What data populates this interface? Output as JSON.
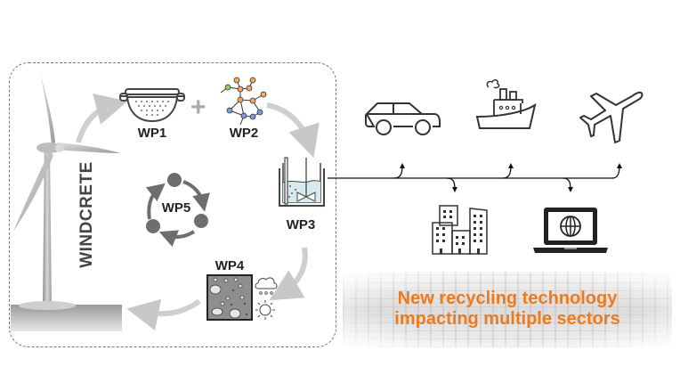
{
  "diagram": {
    "project_name": "WINDCRETE",
    "work_packages": [
      {
        "id": "wp1",
        "label": "WP1",
        "icon": "colander-icon"
      },
      {
        "id": "wp2",
        "label": "WP2",
        "icon": "molecule-network-icon"
      },
      {
        "id": "wp3",
        "label": "WP3",
        "icon": "reactor-tank-icon"
      },
      {
        "id": "wp4",
        "label": "WP4",
        "icon": "concrete-weathering-icon"
      },
      {
        "id": "wp5",
        "label": "WP5",
        "icon": "cycle-icon"
      }
    ],
    "plus_sign": "+",
    "sectors": [
      {
        "name": "automotive",
        "icon": "car-icon"
      },
      {
        "name": "shipping",
        "icon": "ship-icon"
      },
      {
        "name": "aviation",
        "icon": "airplane-icon"
      },
      {
        "name": "construction",
        "icon": "buildings-icon"
      },
      {
        "name": "electronics",
        "icon": "laptop-globe-icon"
      }
    ],
    "banner": {
      "line1": "New recycling technology",
      "line2": "impacting multiple sectors"
    },
    "colors": {
      "accent_orange": "#f07a1a",
      "wp2_orange_node": "#f4a462",
      "wp2_blue_node": "#7b9ae0",
      "wp2_green_node": "#8fcc6a",
      "arrow_gray": "#cccccc",
      "icon_dark": "#333333",
      "wp5_gray": "#6e6e6e",
      "tank_liquid": "#d6eaf0"
    }
  }
}
